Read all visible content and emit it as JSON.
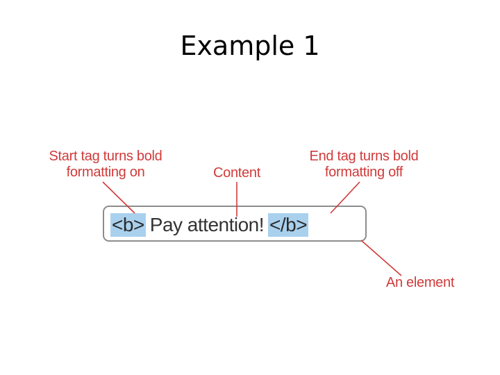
{
  "title": "Example 1",
  "code": {
    "start_tag": "<b>",
    "content": "Pay attention!",
    "end_tag": "</b>"
  },
  "annotations": {
    "start_tag_line1": "Start tag turns bold",
    "start_tag_line2": "formatting on",
    "content": "Content",
    "end_tag_line1": "End tag turns bold",
    "end_tag_line2": "formatting off",
    "element": "An element"
  },
  "colors": {
    "annotation": "#d03a3a",
    "tag_highlight": "#a9d1ee",
    "box_border": "#8c8c8c"
  }
}
